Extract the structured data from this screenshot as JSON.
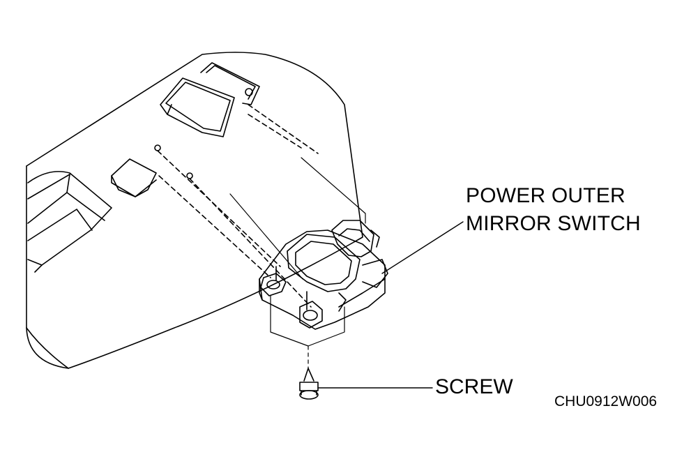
{
  "labels": {
    "switch_line1": "POWER OUTER",
    "switch_line2": "MIRROR SWITCH",
    "screw": "SCREW",
    "figure_code": "CHU0912W006"
  },
  "colors": {
    "ink": "#000000",
    "paper": "#ffffff"
  }
}
